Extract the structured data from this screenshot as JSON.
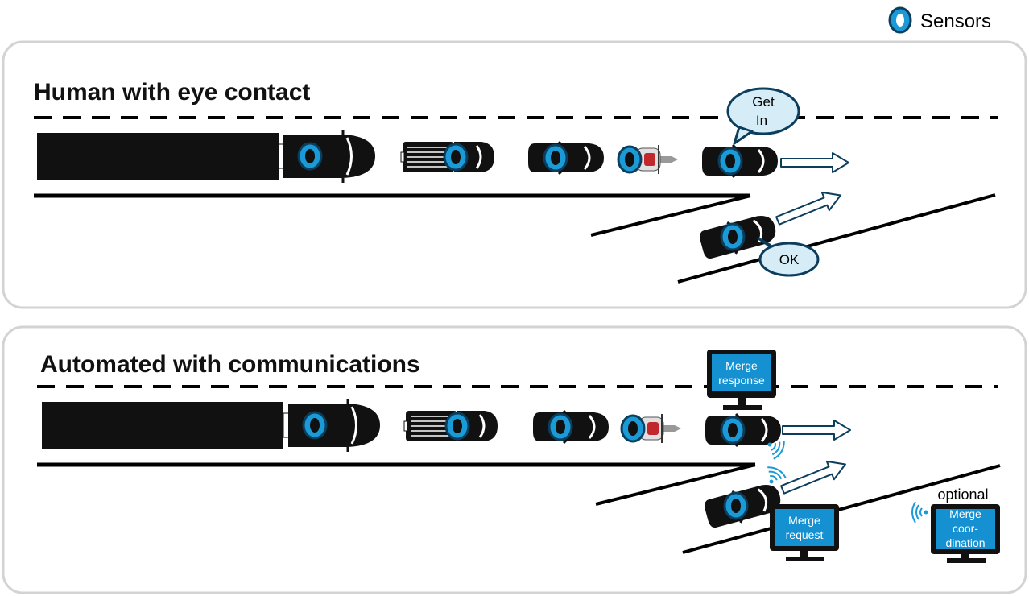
{
  "legend": {
    "label": "Sensors",
    "icon": "sensor-icon"
  },
  "panels": [
    {
      "title": "Human with eye contact",
      "bubbles": {
        "top_line1": "Get",
        "top_line2": "In",
        "bottom": "OK"
      }
    },
    {
      "title": "Automated with communications",
      "screens": {
        "response_line1": "Merge",
        "response_line2": "response",
        "request_line1": "Merge",
        "request_line2": "request",
        "coord_line1": "Merge",
        "coord_line2": "coor-",
        "coord_line3": "dination"
      },
      "optional_label": "optional"
    }
  ],
  "colors": {
    "sensor_blue": "#1a9bd7",
    "sensor_ring": "#0b3d5c",
    "bubble_fill": "#d6ecf6",
    "screen_blue": "#1590d0"
  }
}
